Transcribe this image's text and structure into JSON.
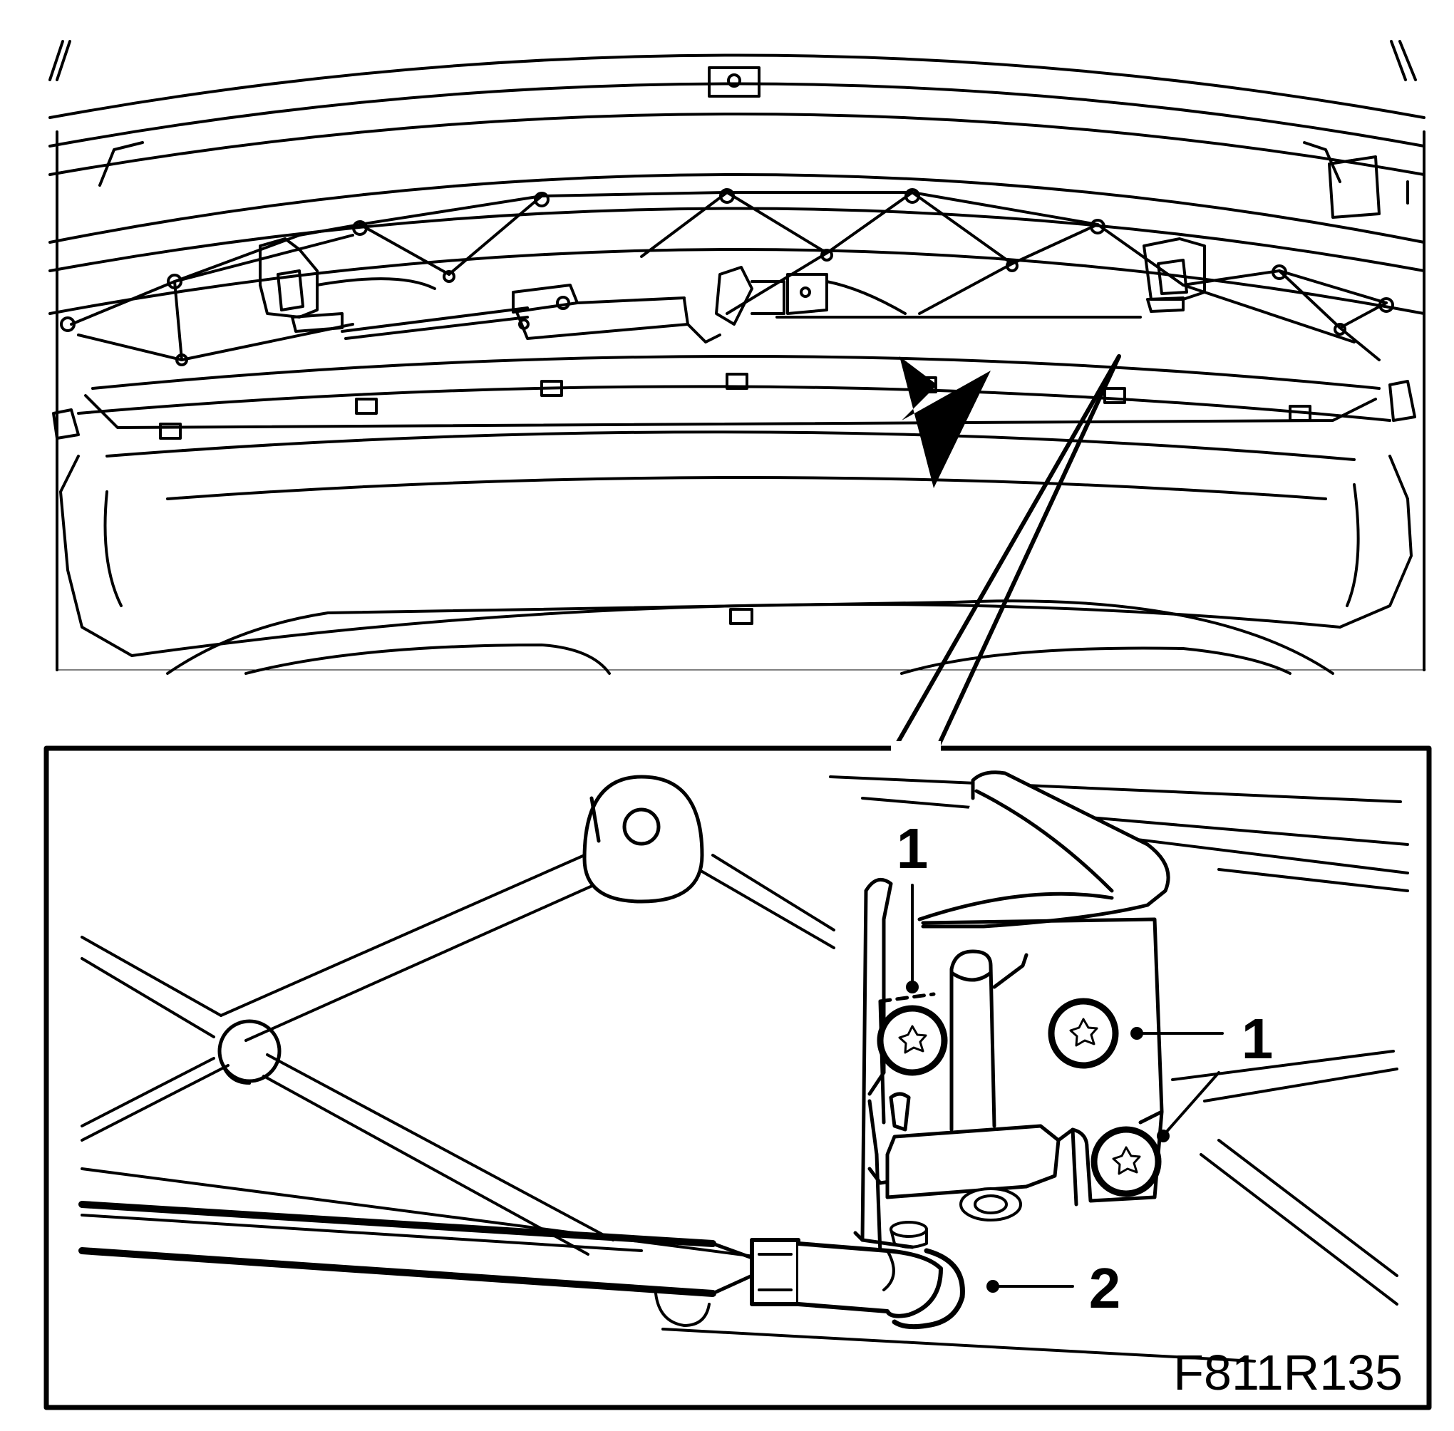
{
  "diagram": {
    "figure_id": "F811R135",
    "callouts": [
      {
        "id": "c1a",
        "label": "1"
      },
      {
        "id": "c1b",
        "label": "1"
      },
      {
        "id": "c2",
        "label": "2"
      }
    ]
  },
  "colors": {
    "line": "#000000",
    "background": "#ffffff"
  }
}
